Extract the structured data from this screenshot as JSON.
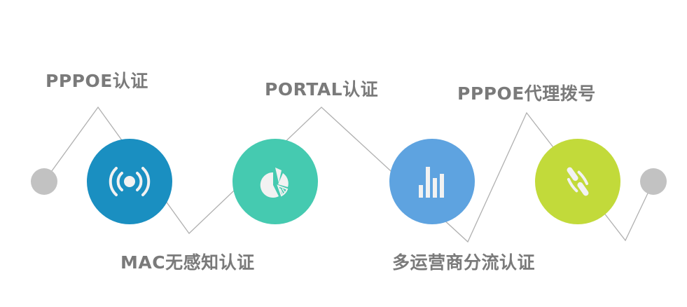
{
  "diagram": {
    "type": "zigzag-process-timeline",
    "connector_color": "#b0b0b0",
    "endpoint_color": "#c2c2c2",
    "label_color": "#7a7a7a",
    "nodes": [
      {
        "icon": "wireless-signal-icon",
        "color": "#1a8fc1",
        "label": "PPPOE认证",
        "label_position": "top"
      },
      {
        "icon": "pie-chart-icon",
        "color": "#45cab0",
        "label": "MAC无感知认证",
        "label_position": "bottom"
      },
      {
        "icon": "bar-chart-icon",
        "color": "#5ea3e0",
        "label": "PORTAL认证",
        "label_position": "top"
      },
      {
        "icon": "chain-link-icon",
        "color": "#c2da3a",
        "label": "多运营商分流认证",
        "label_position": "bottom"
      }
    ],
    "extra_labels": [
      {
        "label": "PPPOE代理拨号",
        "label_position": "top"
      }
    ]
  },
  "labels": {
    "l1": "PPPOE认证",
    "l2": "MAC无感知认证",
    "l3": "PORTAL认证",
    "l4": "多运营商分流认证",
    "l5": "PPPOE代理拨号"
  }
}
